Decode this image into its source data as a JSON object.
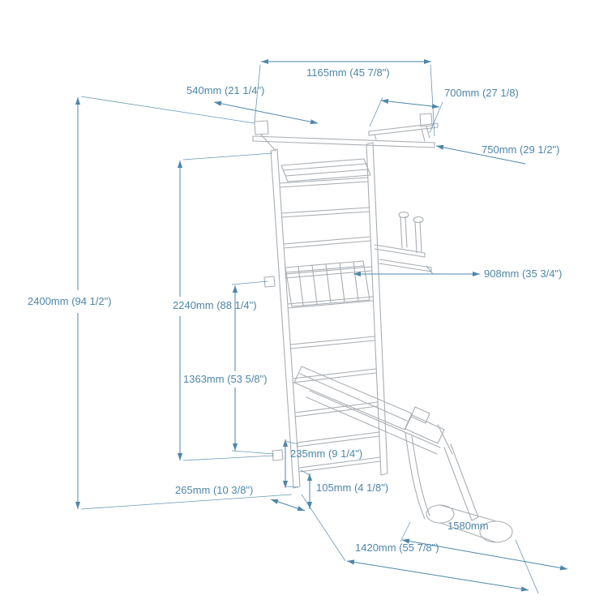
{
  "meta": {
    "background": "#ffffff",
    "accent_color": "#4e86a8",
    "drawing_color": "#a9aeb3"
  },
  "diagram": {
    "subject": "wall-bars-with-pullup-dip-and-bench",
    "style": "isometric-line-drawing-with-dimensions"
  },
  "dims": {
    "total_height": "2400mm (94 1/2\")",
    "ladder_height": "2240mm (88 1/4\")",
    "mid_height": "1363mm (53 5/8\")",
    "top_width": "1165mm (45 7/8\")",
    "top_depth": "540mm (21 1/4\")",
    "grip_width": "700mm (27 1/8)",
    "bar_length": "750mm (29 1/2\")",
    "dip_depth": "908mm (35 3/4\")",
    "rung_gap": "235mm (9 1/4\")",
    "base_offset": "265mm (10 3/8\")",
    "bottom_gap": "105mm (4 1/8\")",
    "bench_pad_length": "1580mm",
    "bench_total_length": "1420mm (55 7/8\")"
  }
}
